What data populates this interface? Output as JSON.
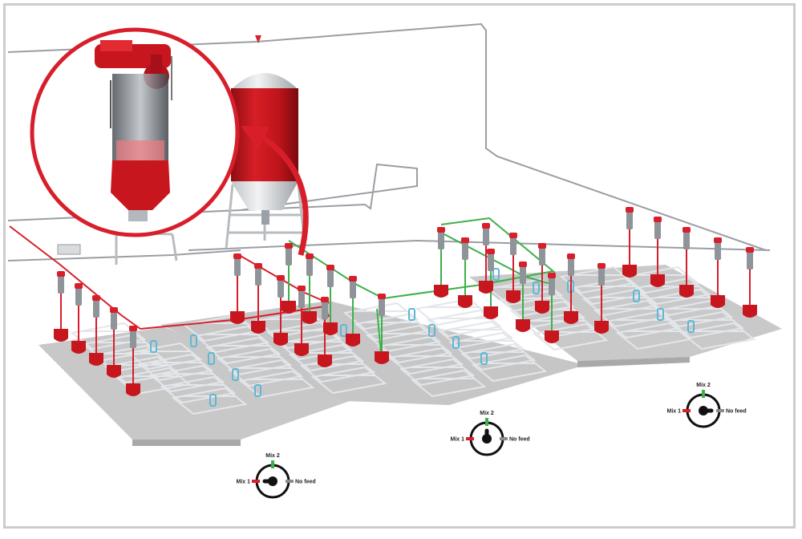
{
  "colors": {
    "mix1": "#d81e2a",
    "mix2": "#3db04b",
    "no_feed": "#8c8c8c",
    "silo_red": "#c8161e",
    "floor": "#c4c4c4",
    "pen_rail": "#d8dde2",
    "drinker_blue": "#5db8d6"
  },
  "legend_dials": [
    {
      "mix2_label": "Mix 2",
      "mix1_label": "Mix 1",
      "no_feed_label": "No feed",
      "selected": "mix1"
    },
    {
      "mix2_label": "Mix 2",
      "mix1_label": "Mix 1",
      "no_feed_label": "No feed",
      "selected": "mix2"
    },
    {
      "mix2_label": "Mix 2",
      "mix1_label": "Mix 1",
      "no_feed_label": "No feed",
      "selected": "no_feed"
    }
  ],
  "icons": {
    "dispenser": "feed-dispenser-icon",
    "silo": "silo-icon",
    "arrow": "curved-arrow-icon"
  }
}
